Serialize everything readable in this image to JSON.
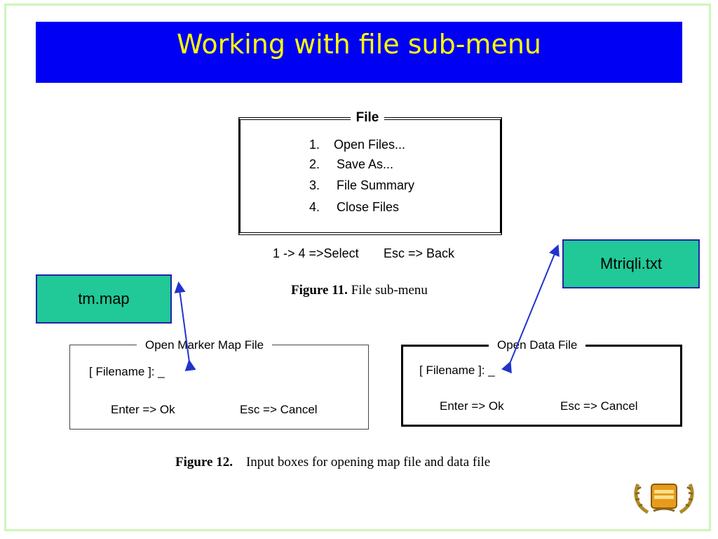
{
  "slide": {
    "title": "Working with file sub-menu"
  },
  "file_menu": {
    "title": "File",
    "items": [
      {
        "num": "1.",
        "label": "Open Files..."
      },
      {
        "num": "2.",
        "label": "Save As..."
      },
      {
        "num": "3.",
        "label": "File Summary"
      },
      {
        "num": "4.",
        "label": "Close Files"
      }
    ],
    "hint_select": "1 -> 4 =>Select",
    "hint_back": "Esc => Back"
  },
  "figure11": {
    "label": "Figure 11.",
    "text": "File sub-menu"
  },
  "callouts": {
    "left": "tm.map",
    "right": "Mtriqli.txt"
  },
  "dialog_map": {
    "title": "Open Marker Map File",
    "field": "[ Filename ]: _",
    "ok": "Enter => Ok",
    "cancel": "Esc => Cancel"
  },
  "dialog_data": {
    "title": "Open Data File",
    "field": "[ Filename ]: _",
    "ok": "Enter => Ok",
    "cancel": "Esc => Cancel"
  },
  "figure12": {
    "label": "Figure 12.",
    "text": "Input boxes for opening map file and data file"
  },
  "colors": {
    "title_bg": "#0000f5",
    "title_fg": "#ffff00",
    "callout_bg": "#20c997",
    "arrow": "#2233cc",
    "frame": "#ccf7b8"
  }
}
